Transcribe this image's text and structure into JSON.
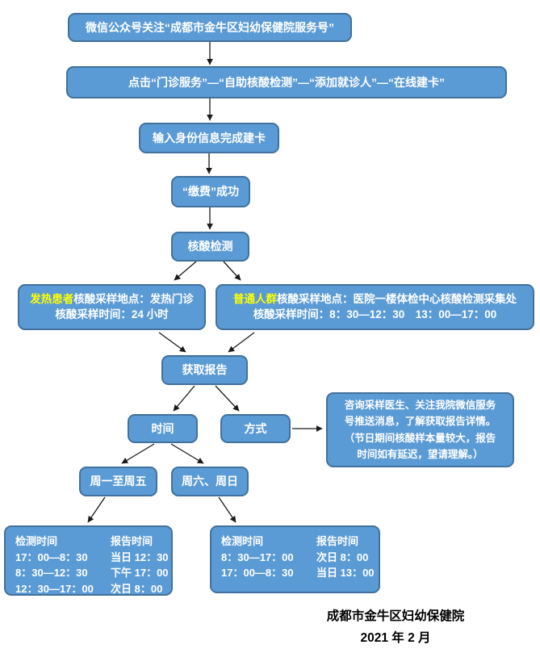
{
  "colors": {
    "box_fill": "#5B9BD5",
    "box_border": "#41719C",
    "highlight": "#FFFF00",
    "text": "#FFFFFF",
    "arrow": "#1A1A1A"
  },
  "steps": {
    "step1": "微信公众号关注“成都市金牛区妇幼保健院服务号”",
    "step2": "点击“门诊服务”—“自助核酸检测”—“添加就诊人”—“在线建卡”",
    "step3": "输入身份信息完成建卡",
    "step4": "“缴费”成功",
    "step5": "核酸检测"
  },
  "branches": {
    "fever": {
      "tag": "发热患者",
      "line1_rest": "核酸采样地点：发热门诊",
      "line2": "核酸采样时间：24 小时"
    },
    "general": {
      "tag": "普通人群",
      "line1_rest": "核酸采样地点：医院一楼体检中心核酸检测采集处",
      "line2": "核酸采样时间：8：30—12：30　13：00—17：00"
    }
  },
  "report": {
    "get_report": "获取报告",
    "time": "时间",
    "method": "方式",
    "weekday": "周一至周五",
    "weekend": "周六、周日",
    "method_note_lines": [
      "咨询采样医生、关注我院微信服务",
      "号推送消息，了解获取报告详情。",
      "（节日期间核酸样本量较大，报告",
      "时间如有延迟，望请理解。）"
    ]
  },
  "weekday_table": {
    "headers": [
      "检测时间",
      "报告时间"
    ],
    "rows": [
      [
        "17：00—8：30",
        "当日 12：30"
      ],
      [
        "8：30—12：30",
        "下午 17：00"
      ],
      [
        "12：30—17：00",
        "次日 8：00"
      ]
    ]
  },
  "weekend_table": {
    "headers": [
      "检测时间",
      "报告时间"
    ],
    "rows": [
      [
        "8：30—17：00",
        "次日 8：00"
      ],
      [
        "17：00—8：30",
        "当日 13：00"
      ]
    ]
  },
  "footer": {
    "org": "成都市金牛区妇幼保健院",
    "date": "2021 年 2 月"
  }
}
